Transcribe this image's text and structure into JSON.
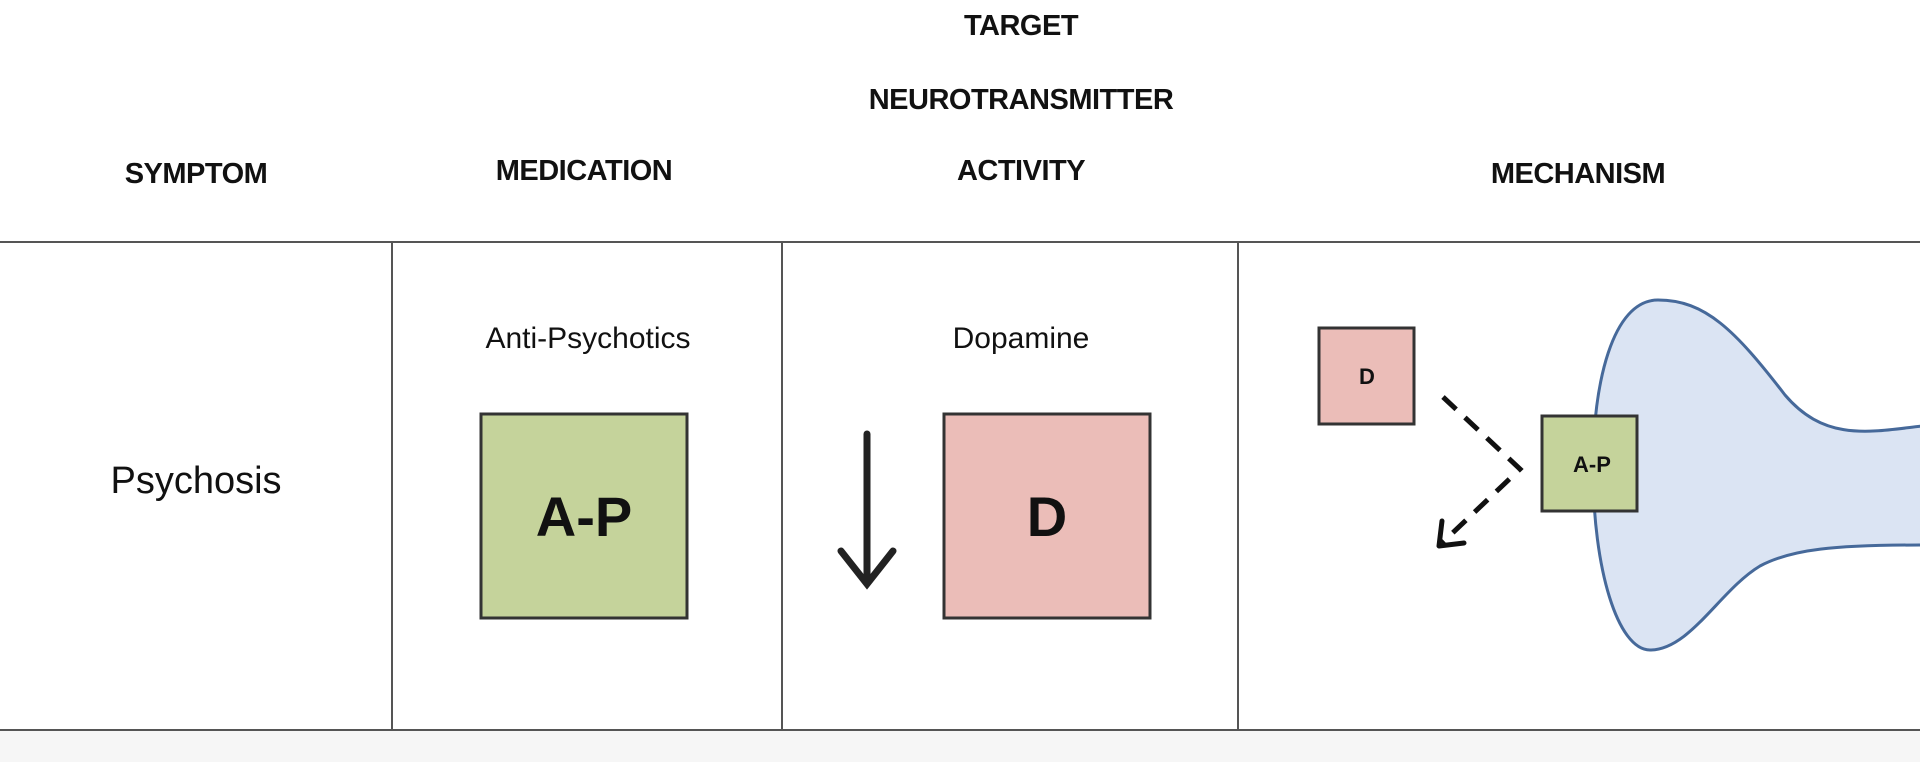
{
  "headers": {
    "symptom": "SYMPTOM",
    "medication": "MEDICATION",
    "target_line1": "TARGET",
    "target_line2": "NEUROTRANSMITTER",
    "activity": "ACTIVITY",
    "mechanism": "MECHANISM"
  },
  "row": {
    "symptom": "Psychosis",
    "medication": {
      "name": "Anti-Psychotics",
      "box_label": "A-P"
    },
    "neurotransmitter": {
      "name": "Dopamine",
      "box_label": "D",
      "activity_direction": "decrease",
      "activity_icon": "arrow-down-icon"
    },
    "mechanism": {
      "ligand_label": "D",
      "blocker_label": "A-P",
      "icons": [
        "dashed-deflect-arrow-icon",
        "neuron-terminal"
      ]
    }
  },
  "colors": {
    "medication_box": "#c5d39b",
    "dopamine_box": "#ebbdb8",
    "neuron_fill": "#dbe4f3",
    "neuron_stroke": "#46699a",
    "grid_line": "#555555"
  }
}
